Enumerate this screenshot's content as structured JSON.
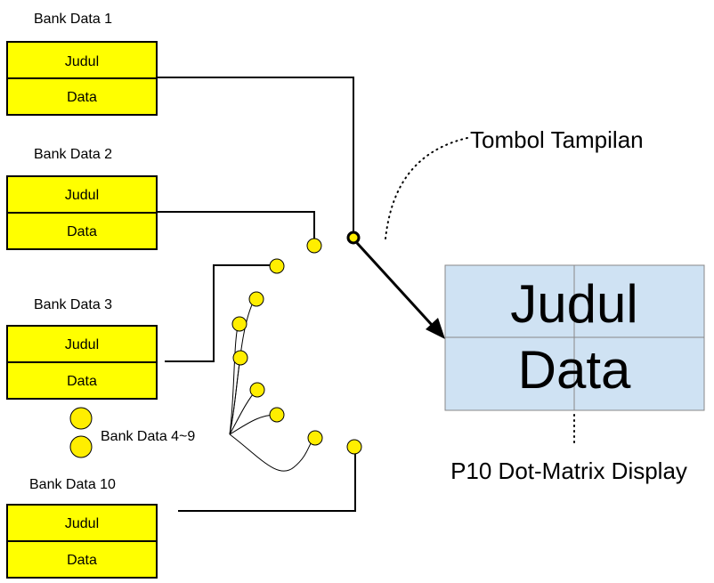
{
  "banks": [
    {
      "title": "Bank Data 1",
      "judul": "Judul",
      "data": "Data"
    },
    {
      "title": "Bank Data 2",
      "judul": "Judul",
      "data": "Data"
    },
    {
      "title": "Bank Data 3",
      "judul": "Judul",
      "data": "Data"
    },
    {
      "title": "Bank Data 10",
      "judul": "Judul",
      "data": "Data"
    }
  ],
  "bank_range_label": "Bank Data 4~9",
  "switch_label": "Tombol Tampilan",
  "display": {
    "judul": "Judul",
    "data": "Data",
    "caption": "P10 Dot-Matrix Display"
  },
  "colors": {
    "bank_fill": "#ffff00",
    "contact_fill": "#ffee00",
    "display_fill": "#cfe2f3",
    "line": "#000000"
  }
}
